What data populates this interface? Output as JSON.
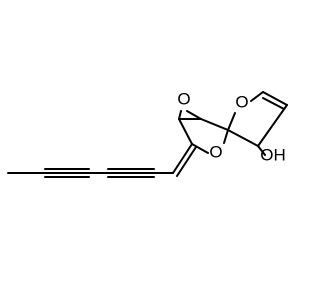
{
  "molecule": {
    "atom_labels": {
      "epoxide_oxygen": "O",
      "pyran_oxygen": "O",
      "furan_oxygen": "O",
      "hydroxyl": "OH"
    },
    "colors": {
      "oxygen": "#ff0000",
      "bond": "#000000",
      "background": "#ffffff"
    }
  }
}
